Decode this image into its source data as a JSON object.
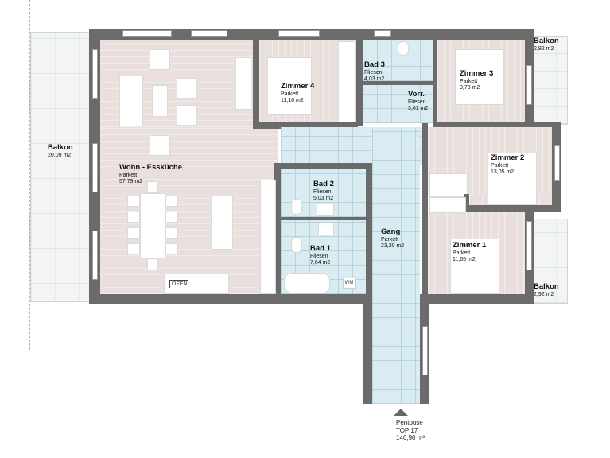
{
  "plan": {
    "unit_name": "Pentouse",
    "unit_number": "TOP 17",
    "unit_area": "146,90 m²"
  },
  "rooms": [
    {
      "id": "wohn",
      "name": "Wohn - Essküche",
      "material": "Parkett",
      "area": "57,79 m2"
    },
    {
      "id": "zimmer4",
      "name": "Zimmer 4",
      "material": "Parkett",
      "area": "11,16 m2"
    },
    {
      "id": "bad3",
      "name": "Bad 3",
      "material": "Fliesen",
      "area": "4,03 m2"
    },
    {
      "id": "vorr",
      "name": "Vorr.",
      "material": "Fliesen",
      "area": "3,61 m2"
    },
    {
      "id": "zimmer3",
      "name": "Zimmer 3",
      "material": "Parkett",
      "area": "9,78 m2"
    },
    {
      "id": "zimmer2",
      "name": "Zimmer 2",
      "material": "Parkett",
      "area": "13,05 m2"
    },
    {
      "id": "bad2",
      "name": "Bad 2",
      "material": "Fliesen",
      "area": "5,03 m2"
    },
    {
      "id": "bad1",
      "name": "Bad 1",
      "material": "Fliesen",
      "area": "7,64 m2"
    },
    {
      "id": "gang",
      "name": "Gang",
      "material": "Parkett",
      "area": "23,20 m2"
    },
    {
      "id": "zimmer1",
      "name": "Zimmer 1",
      "material": "Parkett",
      "area": "11,65 m2"
    }
  ],
  "balconies": [
    {
      "id": "balkon_west",
      "name": "Balkon",
      "area": "20,09 m2"
    },
    {
      "id": "balkon_ne",
      "name": "Balkon",
      "area": "2,92 m2"
    },
    {
      "id": "balkon_se",
      "name": "Balkon",
      "area": "2,92 m2"
    }
  ],
  "fixtures": {
    "oven_label": "OFEN",
    "washer_label": "WM"
  },
  "colors": {
    "wall": "#6b6b6b",
    "parkett": "#e9dfdc",
    "tiles": "#d8ecf2",
    "balkon": "#f3f5f5"
  }
}
